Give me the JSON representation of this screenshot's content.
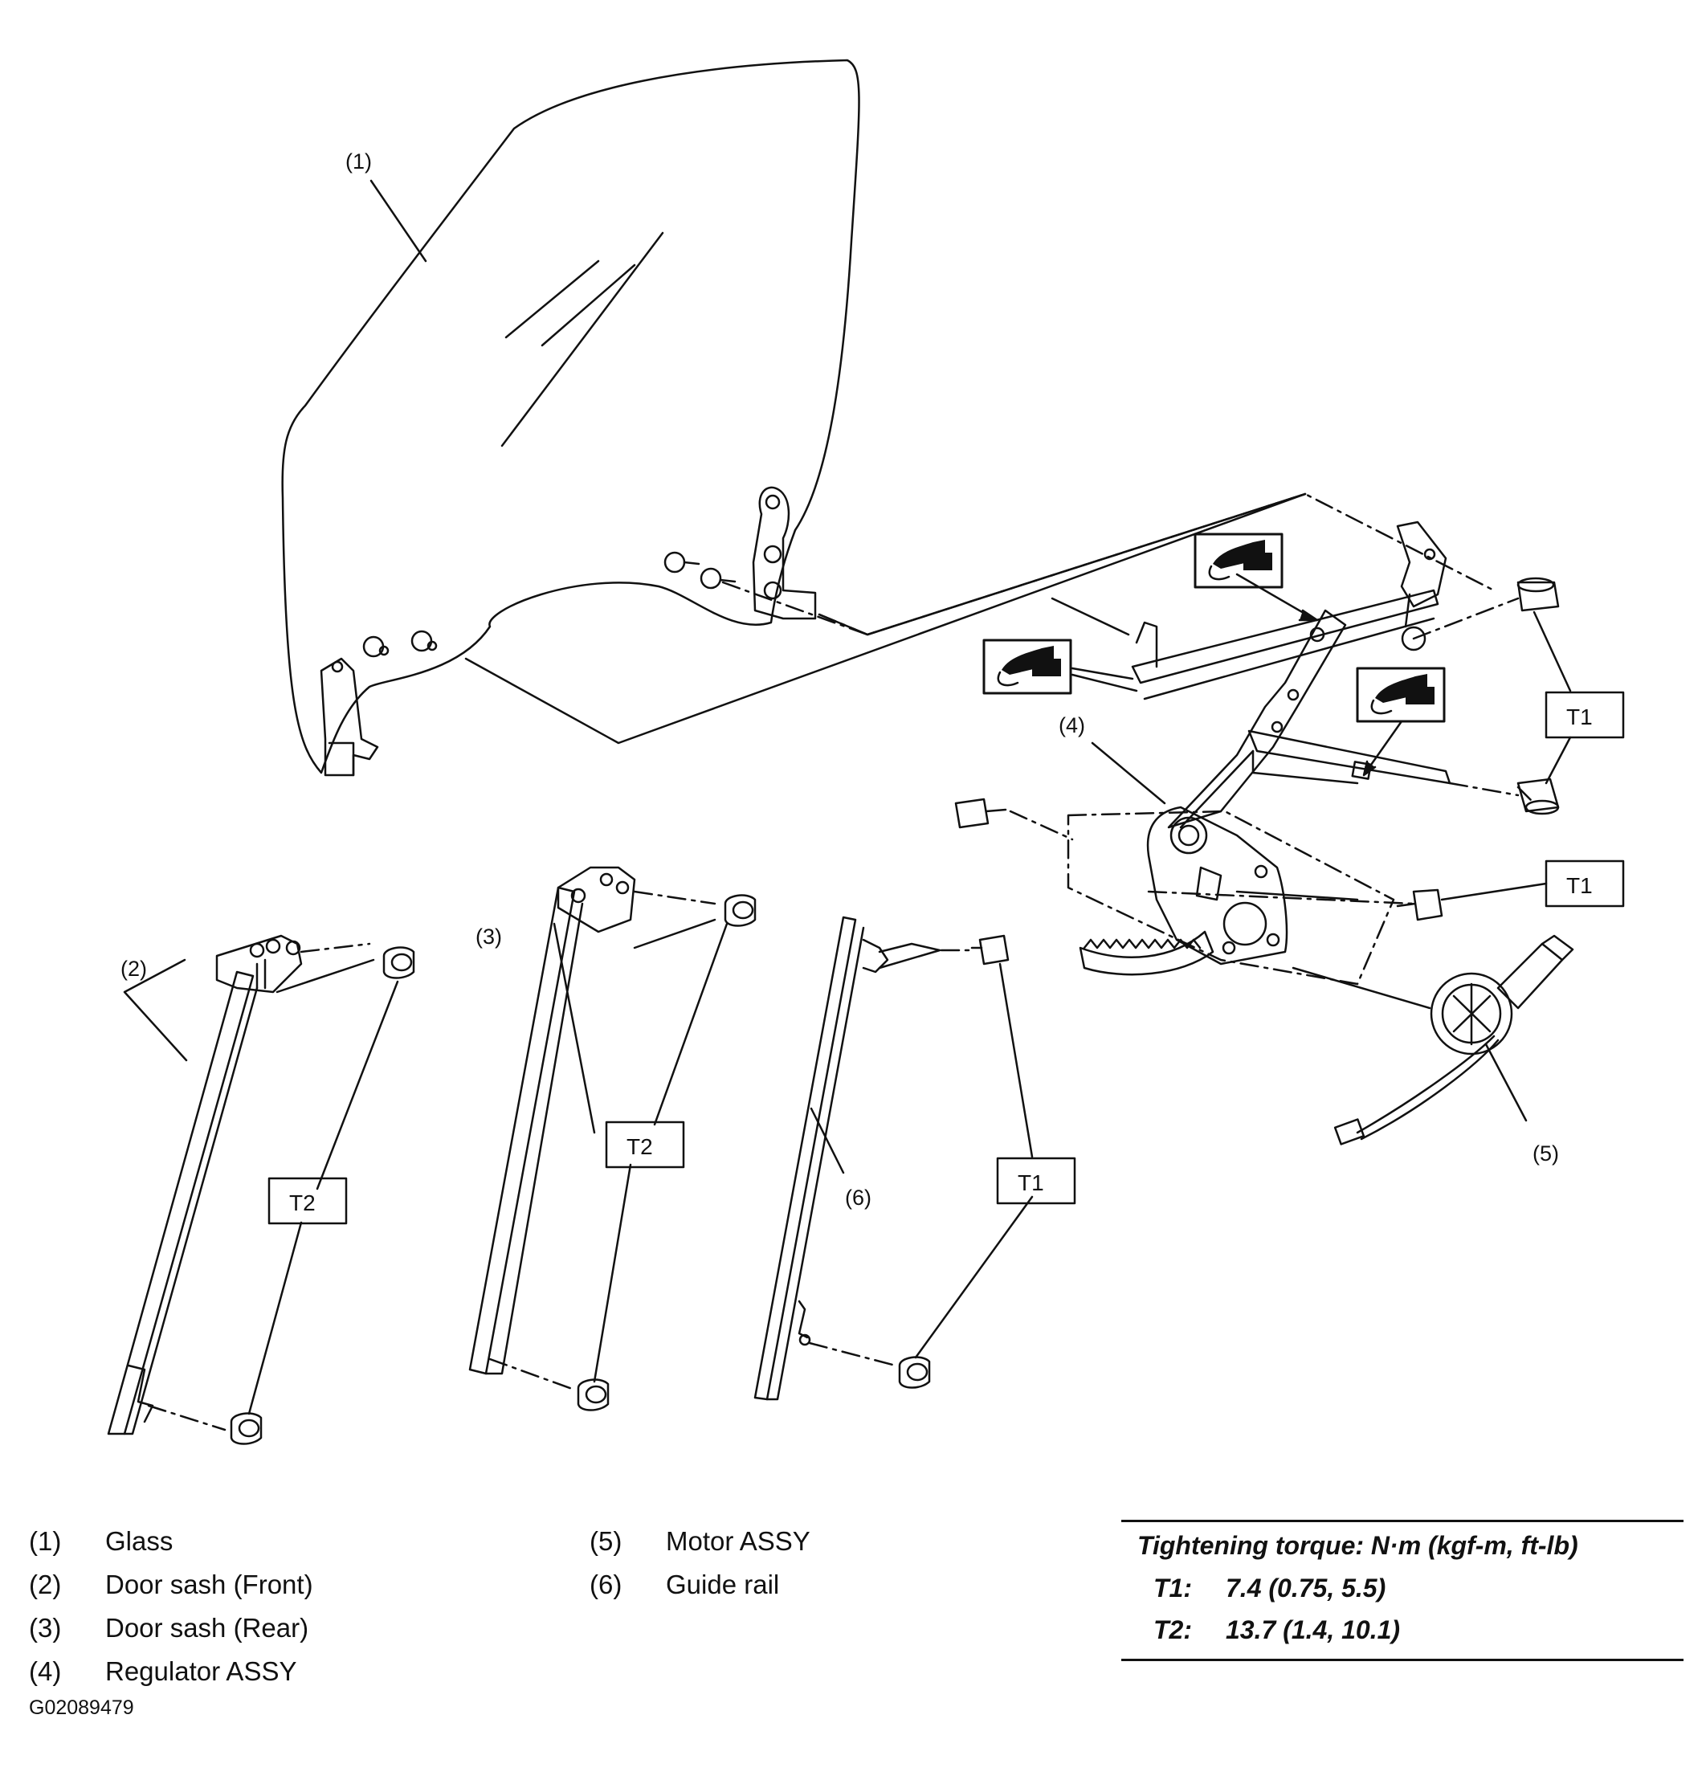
{
  "callouts": {
    "c1": "(1)",
    "c2": "(2)",
    "c3": "(3)",
    "c4": "(4)",
    "c5": "(5)",
    "c6": "(6)"
  },
  "torque_tags": {
    "t1": "T1",
    "t2": "T2"
  },
  "legend": {
    "items": [
      {
        "num": "(1)",
        "label": "Glass"
      },
      {
        "num": "(2)",
        "label": "Door sash (Front)"
      },
      {
        "num": "(3)",
        "label": "Door sash (Rear)"
      },
      {
        "num": "(4)",
        "label": "Regulator ASSY"
      },
      {
        "num": "(5)",
        "label": "Motor ASSY"
      },
      {
        "num": "(6)",
        "label": "Guide rail"
      }
    ]
  },
  "torque": {
    "heading": "Tightening torque: N·m (kgf-m, ft-lb)",
    "rows": [
      {
        "key": "T1:",
        "value": "7.4 (0.75, 5.5)"
      },
      {
        "key": "T2:",
        "value": "13.7 (1.4, 10.1)"
      }
    ]
  },
  "figure_code": "G02089479"
}
